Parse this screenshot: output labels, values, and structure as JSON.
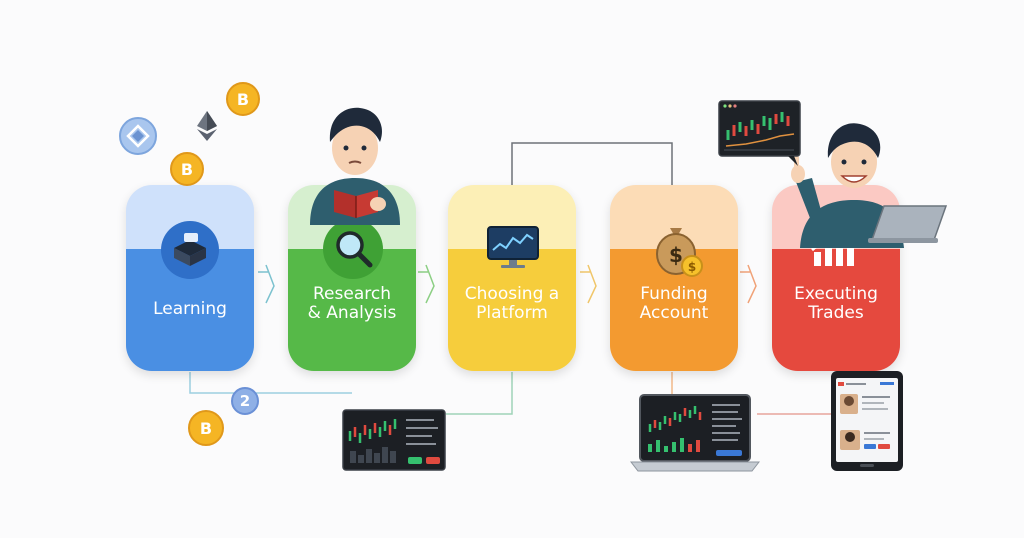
{
  "steps": [
    {
      "label": "Learning",
      "icon": "books-icon",
      "color_top": "#cfe1fb",
      "color_main": "#4a8fe3"
    },
    {
      "label": "Research\n& Analysis",
      "icon": "magnifier-icon",
      "color_top": "#d6efcf",
      "color_main": "#56b948"
    },
    {
      "label": "Choosing a\nPlatform",
      "icon": "monitor-chart-icon",
      "color_top": "#fcefb6",
      "color_main": "#f6cd3c"
    },
    {
      "label": "Funding\nAccount",
      "icon": "money-bag-icon",
      "color_top": "#fcdcb6",
      "color_main": "#f39a30"
    },
    {
      "label": "Executing\nTrades",
      "icon": "trend-bars-icon",
      "color_top": "#fbc9c3",
      "color_main": "#e5493e"
    }
  ],
  "badge": {
    "text": "2"
  },
  "coin_symbol": "B",
  "icons": [
    "bitcoin-coin-icon",
    "ethereum-icon",
    "crypto-token-icon",
    "candlestick-chart-icon",
    "laptop-icon",
    "tablet-icon"
  ]
}
